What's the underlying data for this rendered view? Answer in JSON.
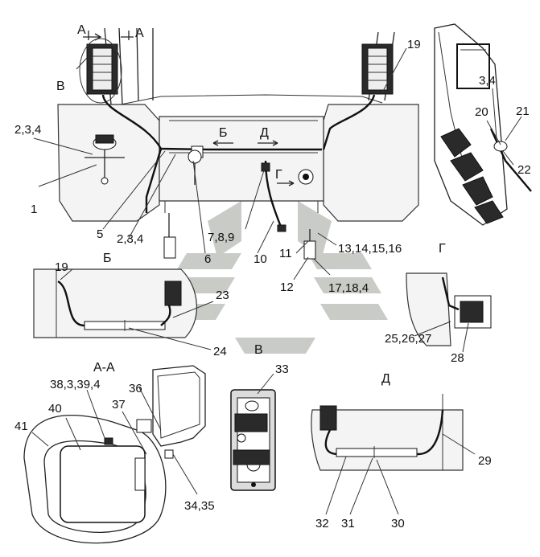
{
  "labels": {
    "l1": "1",
    "l234a": "2,3,4",
    "l5": "5",
    "l234b": "2,3,4",
    "l6": "6",
    "l789": "7,8,9",
    "l10": "10",
    "l11": "11",
    "l12": "12",
    "l13": "13,14,15,16",
    "l17": "17,18,4",
    "l19a": "19",
    "l19b": "19",
    "l34r": "3,4",
    "l20": "20",
    "l21": "21",
    "l22": "22",
    "l23": "23",
    "l24": "24",
    "l25": "25,26,27",
    "l28": "28",
    "l29": "29",
    "l30": "30",
    "l31": "31",
    "l32": "32",
    "l33": "33",
    "l3435": "34,35",
    "l36": "36",
    "l37": "37",
    "l38": "38,3,39,4",
    "l40": "40",
    "l41": "41"
  },
  "sections": {
    "b_arrow": "Б",
    "d_arrow": "Д",
    "g_arrow": "Г",
    "a_left": "А",
    "a_right": "А",
    "v_top": "В",
    "b_view": "Б",
    "g_view": "Г",
    "aa_view": "А-А",
    "v_view": "В",
    "d_view": "Д"
  }
}
